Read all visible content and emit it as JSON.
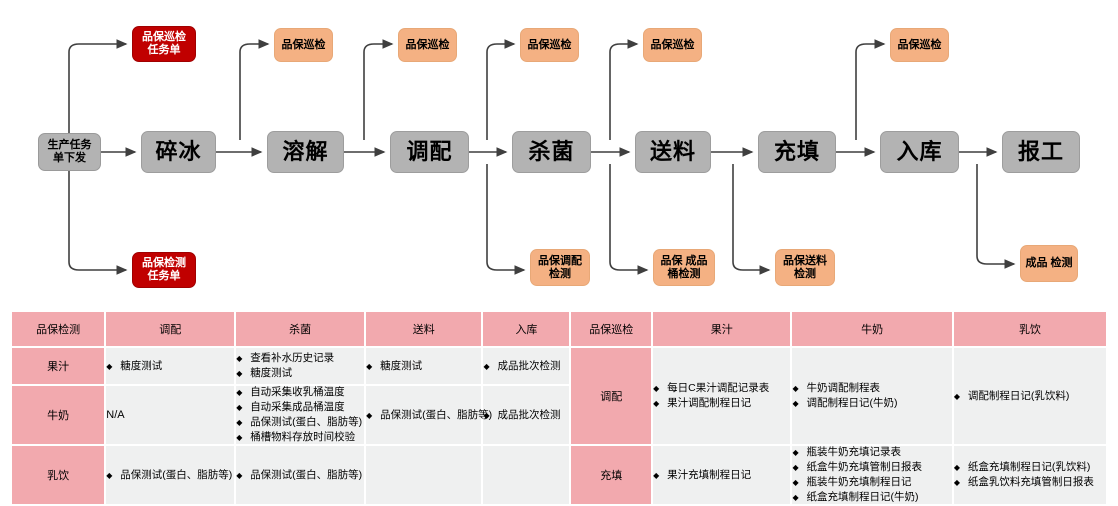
{
  "flow": {
    "nodes": [
      {
        "id": "start",
        "label": "生产任务\n单下发",
        "type": "start"
      },
      {
        "id": "qc-task-order",
        "label": "品保巡检\n任务单",
        "type": "red"
      },
      {
        "id": "qc-inspect-task-order",
        "label": "品保检测\n任务单",
        "type": "red"
      },
      {
        "id": "crush-ice",
        "label": "碎冰",
        "type": "process"
      },
      {
        "id": "dissolve",
        "label": "溶解",
        "type": "process"
      },
      {
        "id": "blend",
        "label": "调配",
        "type": "process"
      },
      {
        "id": "sterilize",
        "label": "杀菌",
        "type": "process"
      },
      {
        "id": "feed",
        "label": "送料",
        "type": "process"
      },
      {
        "id": "fill",
        "label": "充填",
        "type": "process"
      },
      {
        "id": "warehouse",
        "label": "入库",
        "type": "process"
      },
      {
        "id": "report-work",
        "label": "报工",
        "type": "process"
      },
      {
        "id": "patrol-1",
        "label": "品保巡检",
        "type": "orange"
      },
      {
        "id": "patrol-2",
        "label": "品保巡检",
        "type": "orange"
      },
      {
        "id": "patrol-3",
        "label": "品保巡检",
        "type": "orange"
      },
      {
        "id": "patrol-4",
        "label": "品保巡检",
        "type": "orange"
      },
      {
        "id": "patrol-5",
        "label": "品保巡检",
        "type": "orange"
      },
      {
        "id": "patrol-6",
        "label": "品保巡检",
        "type": "orange"
      },
      {
        "id": "blend-test",
        "label": "品保调配\n检测",
        "type": "orange"
      },
      {
        "id": "finished-barrel-test",
        "label": "品保 成品\n桶检测",
        "type": "orange"
      },
      {
        "id": "feed-test",
        "label": "品保送料\n检测",
        "type": "orange"
      },
      {
        "id": "product-test",
        "label": "成品 检测",
        "type": "orange"
      }
    ],
    "colors": {
      "process_fill": "#b3b3b3",
      "red_fill": "#c00000",
      "orange_fill": "#f4b183",
      "connector": "#3f3f3f"
    }
  },
  "table": {
    "header": [
      "品保检测",
      "调配",
      "杀菌",
      "送料",
      "入库",
      "品保巡检",
      "果汁",
      "牛奶",
      "乳饮"
    ],
    "left": {
      "rows": [
        {
          "name": "果汁",
          "blend": [
            "糖度测试"
          ],
          "sterilize": [
            "查看补水历史记录",
            "糖度测试"
          ],
          "feed": [
            "糖度测试"
          ],
          "warehouse": [
            "成品批次检测"
          ]
        },
        {
          "name": "牛奶",
          "blend_na": "N/A",
          "blend": [],
          "sterilize": [
            "自动采集收乳桶温度",
            "自动采集成品桶温度",
            "品保测试(蛋白、脂肪等)",
            "桶槽物料存放时间校验"
          ],
          "feed": [
            "品保测试(蛋白、脂肪等)"
          ],
          "warehouse": [
            "成品批次检测"
          ]
        },
        {
          "name": "乳饮",
          "blend": [
            "品保测试(蛋白、脂肪等)"
          ],
          "sterilize": [
            "品保测试(蛋白、脂肪等)"
          ],
          "feed": [],
          "warehouse": []
        }
      ]
    },
    "right": {
      "rows": [
        {
          "name": "调配",
          "juice": [
            "每日C果汁调配记录表",
            "果汁调配制程日记"
          ],
          "milk": [
            "牛奶调配制程表",
            "调配制程日记(牛奶)"
          ],
          "dairy": [
            "调配制程日记(乳饮料)"
          ]
        },
        {
          "name": "充填",
          "juice": [
            "果汁充填制程日记"
          ],
          "milk": [
            "瓶装牛奶充填记录表",
            "纸盒牛奶充填管制日报表",
            "瓶装牛奶充填制程日记",
            "纸盒充填制程日记(牛奶)"
          ],
          "dairy": [
            "纸盒充填制程日记(乳饮料)",
            "纸盒乳饮料充填管制日报表"
          ]
        }
      ]
    }
  }
}
